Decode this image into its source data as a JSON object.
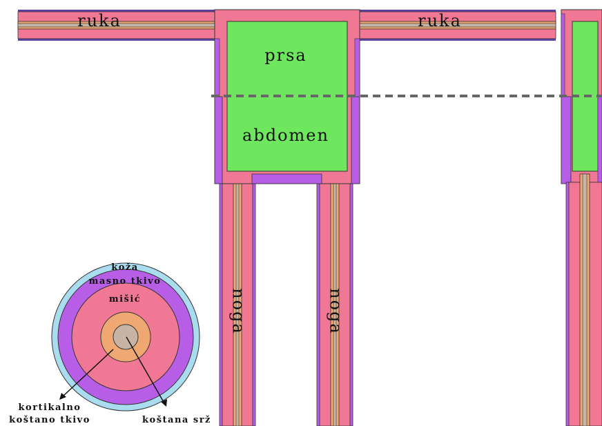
{
  "labels": {
    "arm_left": "ruka",
    "arm_right": "ruka",
    "chest": "prsa",
    "abdomen": "abdomen",
    "leg_left": "noga",
    "leg_right": "noga"
  },
  "legend": {
    "skin": "koža",
    "fat": "masno tkivo",
    "muscle": "mišić",
    "cortical_line1": "kortikalno",
    "cortical_line2": "koštano tkivo",
    "marrow": "koštana srž"
  },
  "colors": {
    "skin": "#a9dcef",
    "fat": "#b85ee6",
    "muscle": "#f07894",
    "cortical_bone": "#f0a872",
    "marrow": "#c8b4a4",
    "organ": "#6ee65e",
    "outline": "#333333",
    "cut_line": "#666666"
  }
}
